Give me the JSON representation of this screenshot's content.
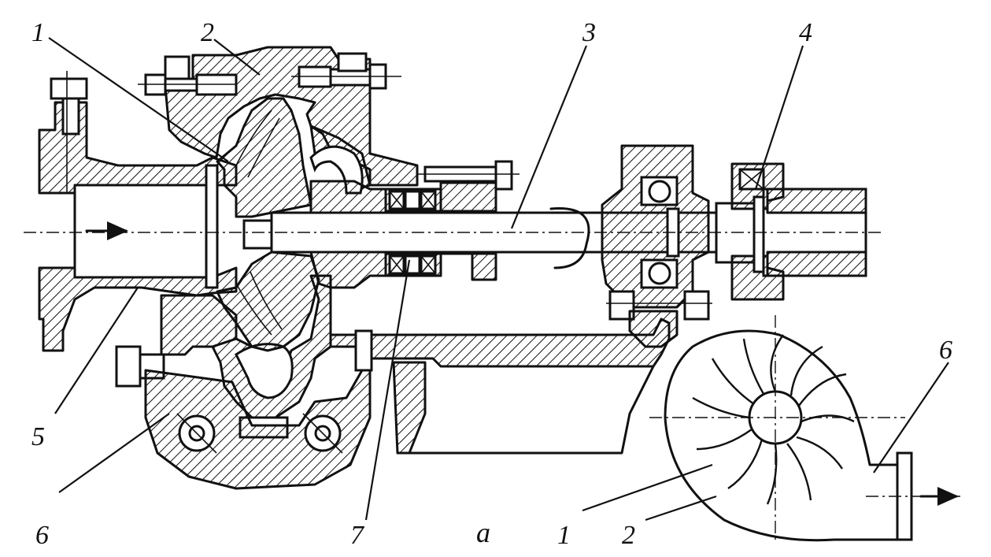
{
  "diagram": {
    "labels": {
      "part1_top": "1",
      "part2_top": "2",
      "part3": "3",
      "part4": "4",
      "part5": "5",
      "part6_left": "6",
      "part7": "7",
      "view_a": "a",
      "part1_right": "1",
      "part2_right": "2",
      "part6_right": "6"
    }
  }
}
